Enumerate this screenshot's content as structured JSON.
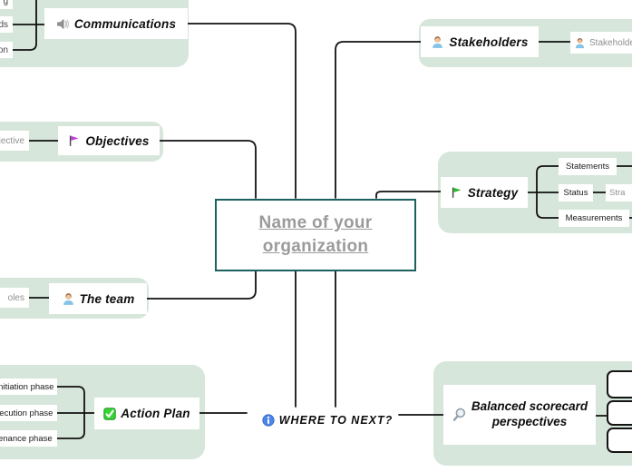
{
  "colors": {
    "blob": "#d7e6da",
    "edge": "#111111",
    "center_border": "#1c6060",
    "center_text": "#9b9b9b",
    "gray_text": "#8f8f8f",
    "check_green": "#35d435",
    "flag_green": "#2eb82e",
    "flag_purple": "#c040d8",
    "info_blue": "#4d86e8"
  },
  "center": {
    "title_line1": "Name of your",
    "title_line2": "organization"
  },
  "topics": {
    "communications": {
      "label": "Communications",
      "icon": "speaker-icon"
    },
    "stakeholders": {
      "label": "Stakeholders",
      "icon": "person-icon"
    },
    "objectives": {
      "label": "Objectives",
      "icon": "purple-flag-icon"
    },
    "strategy": {
      "label": "Strategy",
      "icon": "green-flag-icon"
    },
    "team": {
      "label": "The team",
      "icon": "person-icon"
    },
    "action_plan": {
      "label": "Action Plan",
      "icon": "checkmark-icon"
    },
    "where_next": {
      "label": "WHERE TO NEXT?",
      "icon": "info-icon"
    },
    "balanced_scorecard": {
      "label_line1": "Balanced scorecard",
      "label_line2": "perspectives",
      "icon": "magnifier-icon"
    }
  },
  "subnodes": {
    "stakeholder_child": "Stakeholder",
    "strategy_children": [
      "Statements",
      "Status",
      "Measurements"
    ],
    "strategy_child_gray": "Stra",
    "action_children": [
      "Initiation phase",
      "xecution phase",
      "tenance phase"
    ],
    "objectives_fragment": "jective",
    "team_fragment": "oles",
    "communications_fragments": [
      "g",
      "ds",
      "on"
    ]
  }
}
